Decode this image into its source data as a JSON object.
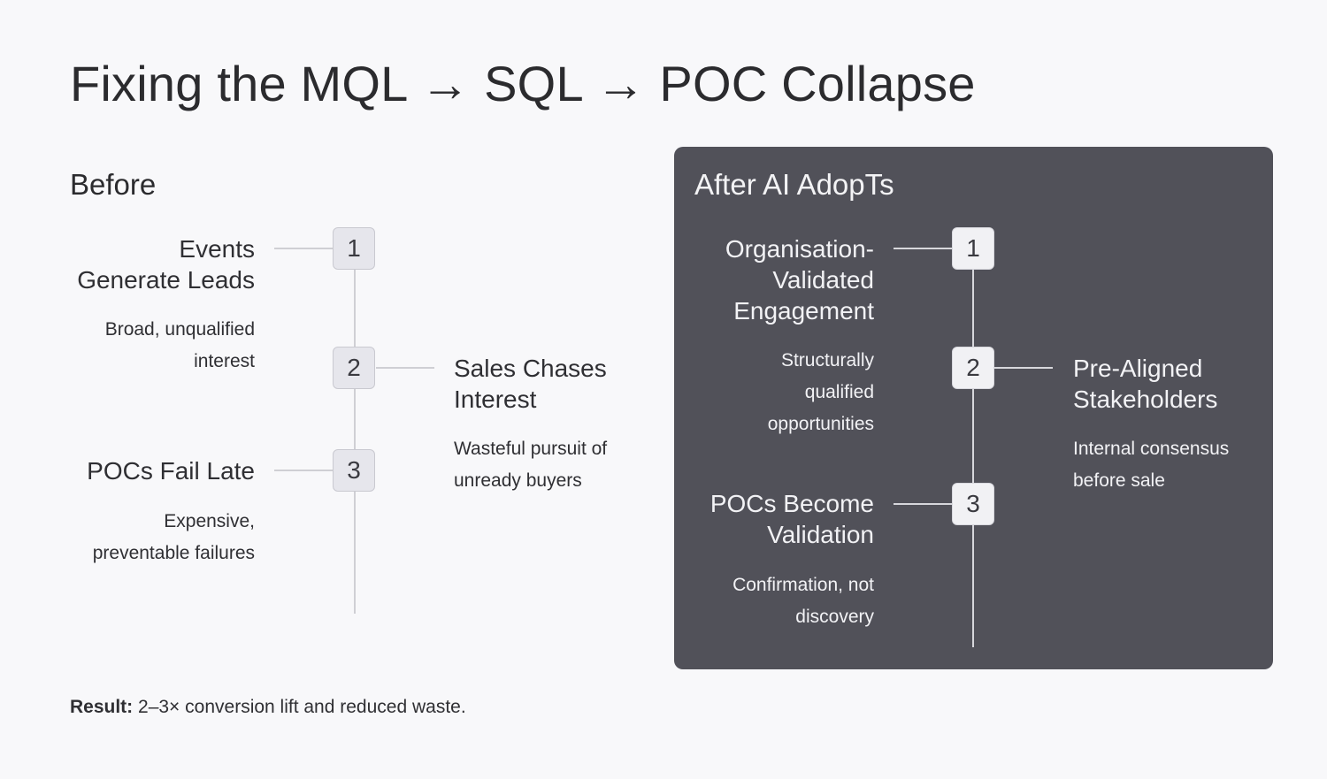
{
  "title": "Fixing the MQL → SQL → POC Collapse",
  "before": {
    "heading": "Before",
    "steps": [
      {
        "number": "1",
        "title_lines": [
          "Events",
          "Generate Leads"
        ],
        "desc_lines": [
          "Broad, unqualified",
          "interest"
        ]
      },
      {
        "number": "2",
        "title_lines": [
          "Sales Chases",
          "Interest"
        ],
        "desc_lines": [
          "Wasteful pursuit of",
          "unready buyers"
        ]
      },
      {
        "number": "3",
        "title_lines": [
          "POCs Fail Late"
        ],
        "desc_lines": [
          "Expensive,",
          "preventable failures"
        ]
      }
    ]
  },
  "after": {
    "heading": "After AI AdopTs",
    "steps": [
      {
        "number": "1",
        "title_lines": [
          "Organisation-",
          "Validated",
          "Engagement"
        ],
        "desc_lines": [
          "Structurally",
          "qualified",
          "opportunities"
        ]
      },
      {
        "number": "2",
        "title_lines": [
          "Pre-Aligned",
          "Stakeholders"
        ],
        "desc_lines": [
          "Internal consensus",
          "before sale"
        ]
      },
      {
        "number": "3",
        "title_lines": [
          "POCs Become",
          "Validation"
        ],
        "desc_lines": [
          "Confirmation, not",
          "discovery"
        ]
      }
    ]
  },
  "result": {
    "label": "Result:",
    "text": " 2–3× conversion lift and reduced waste."
  },
  "colors": {
    "background": "#f8f8fa",
    "after_panel": "#515159",
    "badge": "#e6e6ec",
    "connector": "#cfcfd4"
  }
}
